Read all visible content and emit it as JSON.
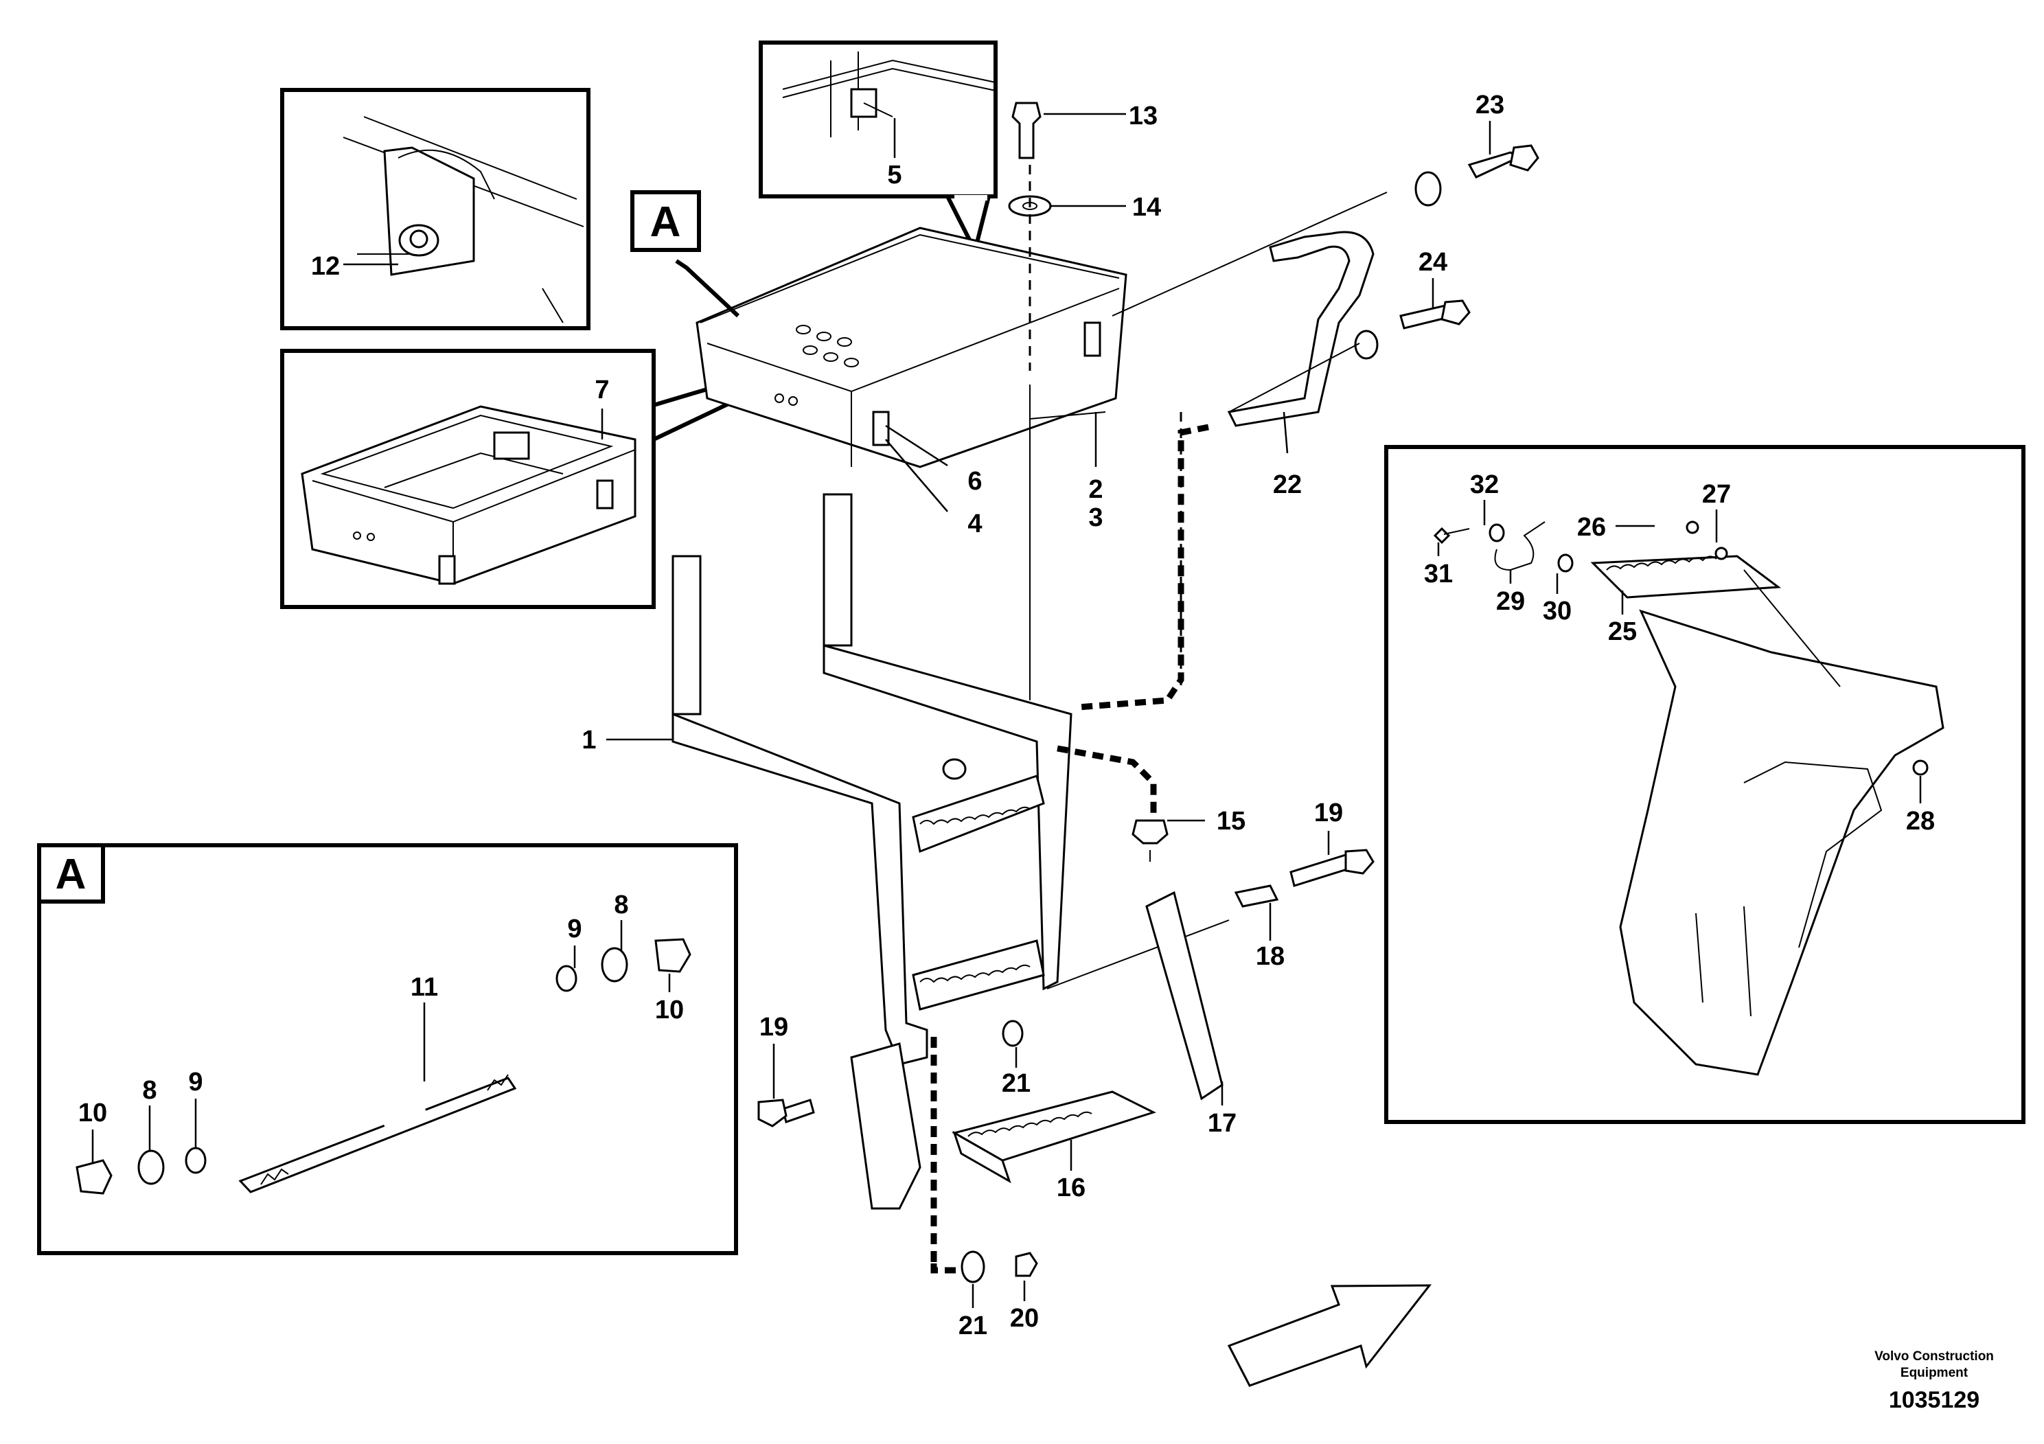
{
  "diagram": {
    "detail_tag": "A",
    "callouts": [
      {
        "id": "c13",
        "text": "13"
      },
      {
        "id": "c14",
        "text": "14"
      },
      {
        "id": "c23",
        "text": "23"
      },
      {
        "id": "c24",
        "text": "24"
      },
      {
        "id": "c5",
        "text": "5"
      },
      {
        "id": "c12",
        "text": "12"
      },
      {
        "id": "c7",
        "text": "7"
      },
      {
        "id": "c6",
        "text": "6"
      },
      {
        "id": "c4",
        "text": "4"
      },
      {
        "id": "c2",
        "text": "2"
      },
      {
        "id": "c3",
        "text": "3"
      },
      {
        "id": "c22",
        "text": "22"
      },
      {
        "id": "c1",
        "text": "1"
      },
      {
        "id": "c15",
        "text": "15"
      },
      {
        "id": "c19a",
        "text": "19"
      },
      {
        "id": "c18",
        "text": "18"
      },
      {
        "id": "c19b",
        "text": "19"
      },
      {
        "id": "c21a",
        "text": "21"
      },
      {
        "id": "c17",
        "text": "17"
      },
      {
        "id": "c16",
        "text": "16"
      },
      {
        "id": "c21b",
        "text": "21"
      },
      {
        "id": "c20",
        "text": "20"
      },
      {
        "id": "c32",
        "text": "32"
      },
      {
        "id": "c27",
        "text": "27"
      },
      {
        "id": "c26",
        "text": "26"
      },
      {
        "id": "c31",
        "text": "31"
      },
      {
        "id": "c29",
        "text": "29"
      },
      {
        "id": "c30",
        "text": "30"
      },
      {
        "id": "c25",
        "text": "25"
      },
      {
        "id": "c28",
        "text": "28"
      },
      {
        "id": "c8a",
        "text": "8"
      },
      {
        "id": "c9a",
        "text": "9"
      },
      {
        "id": "c11",
        "text": "11"
      },
      {
        "id": "c10a",
        "text": "10"
      },
      {
        "id": "c10b",
        "text": "10"
      },
      {
        "id": "c8b",
        "text": "8"
      },
      {
        "id": "c9b",
        "text": "9"
      }
    ],
    "credit_line1": "Volvo Construction",
    "credit_line2": "Equipment",
    "document_number": "1035129"
  }
}
